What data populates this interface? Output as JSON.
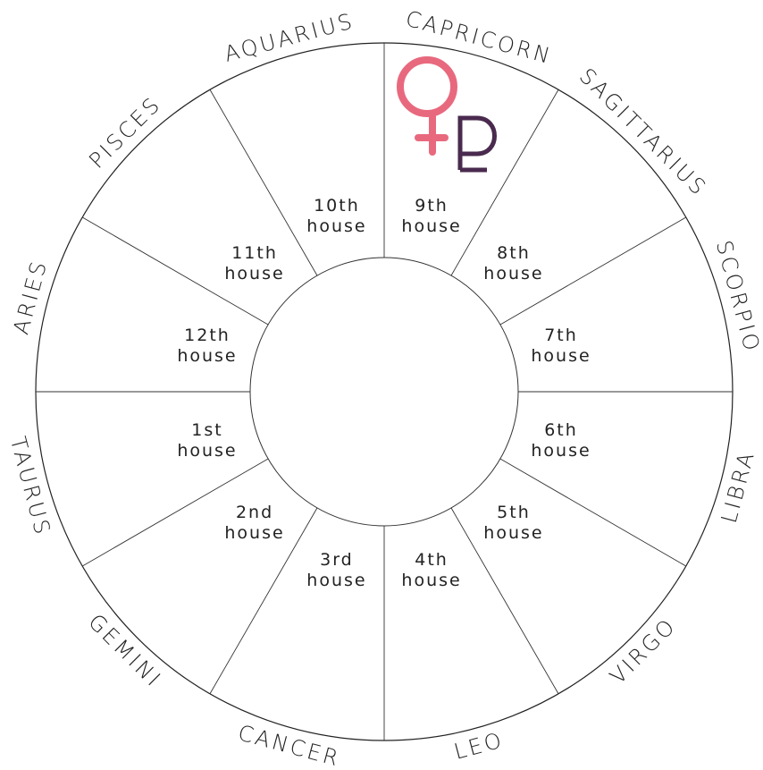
{
  "signs": [
    "CAPRICORN",
    "AQUARIUS",
    "PISCES",
    "ARIES",
    "TAURUS",
    "GEMINI",
    "CANCER",
    "LEO",
    "VIRGO",
    "LIBRA",
    "SCORPIO",
    "SAGITTARIUS"
  ],
  "houses": [
    {
      "l1": "10th",
      "l2": "house"
    },
    {
      "l1": "11th",
      "l2": "house"
    },
    {
      "l1": "12th",
      "l2": "house"
    },
    {
      "l1": "1st",
      "l2": "house"
    },
    {
      "l1": "2nd",
      "l2": "house"
    },
    {
      "l1": "3rd",
      "l2": "house"
    },
    {
      "l1": "4th",
      "l2": "house"
    },
    {
      "l1": "5th",
      "l2": "house"
    },
    {
      "l1": "6th",
      "l2": "house"
    },
    {
      "l1": "7th",
      "l2": "house"
    },
    {
      "l1": "8th",
      "l2": "house"
    },
    {
      "l1": "9th",
      "l2": "house"
    }
  ],
  "planets": [
    {
      "name": "venus-icon",
      "color": "#e8697e"
    },
    {
      "name": "pluto-icon",
      "color": "#4a2a4e"
    }
  ],
  "planet_house": "9th"
}
